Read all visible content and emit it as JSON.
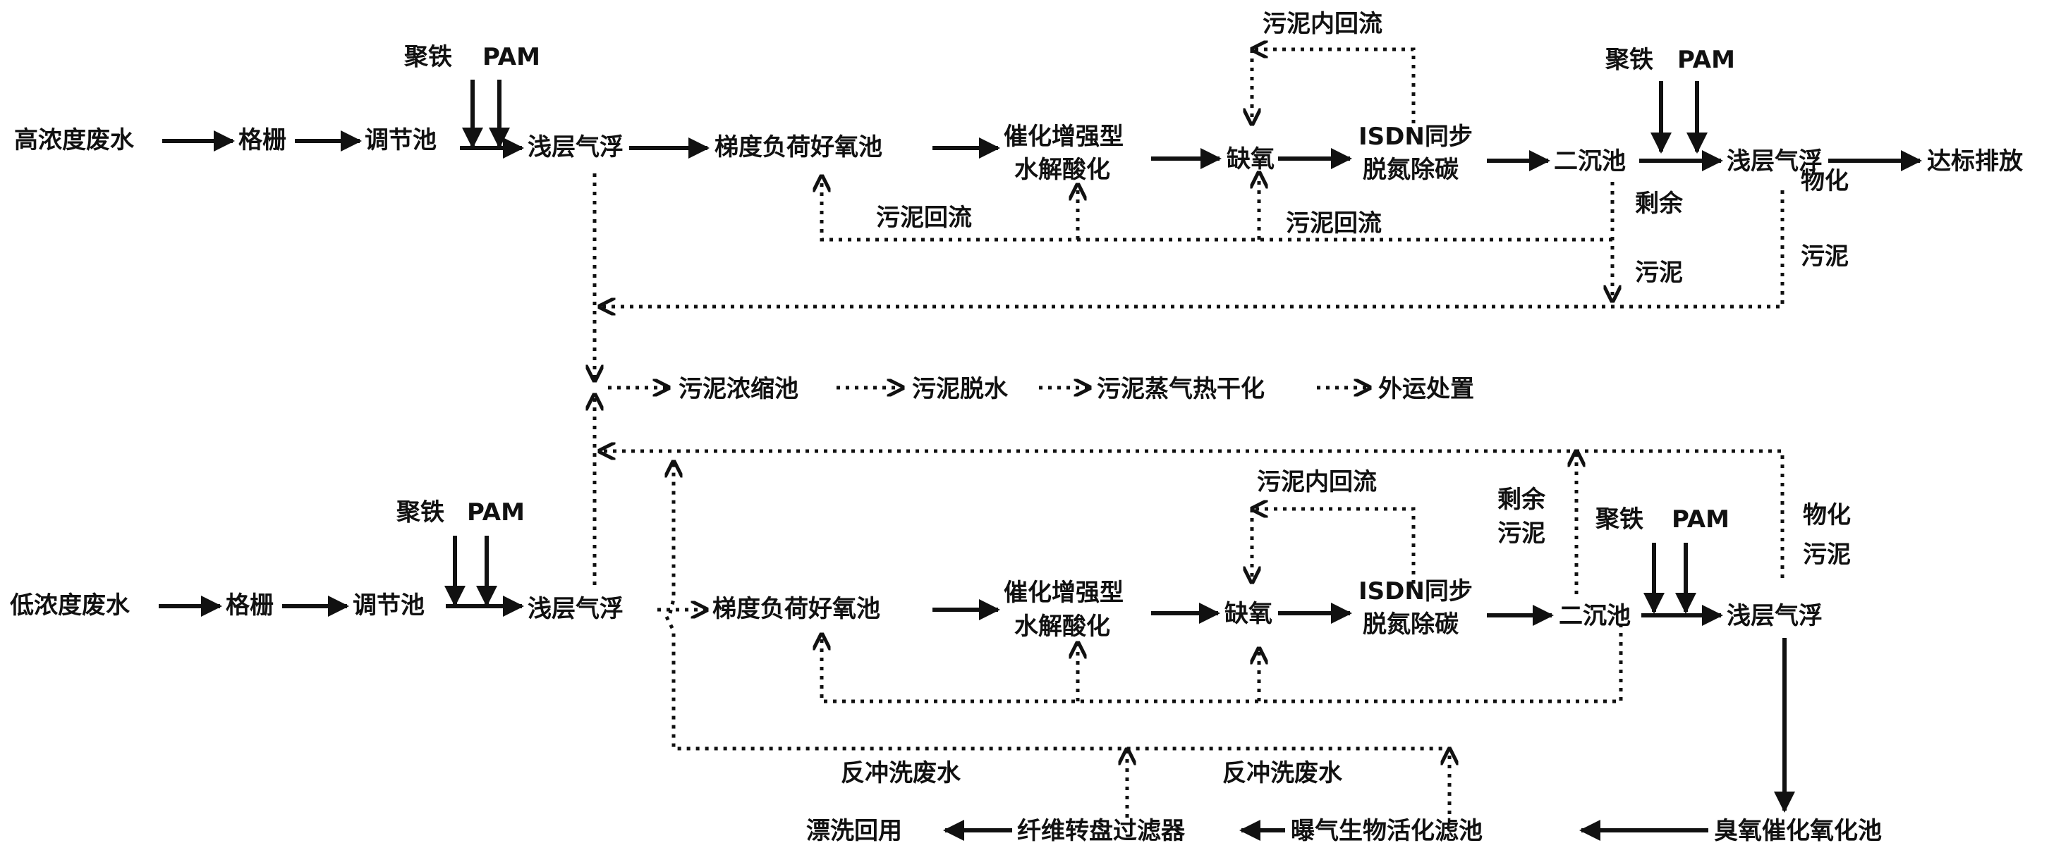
{
  "line_a": {
    "source": "高浓度废水",
    "grille": "格栅",
    "equalization": "调节池",
    "dosing_fe": "聚铁",
    "dosing_pam": "PAM",
    "flotation": "浅层气浮",
    "aerobic": "梯度负荷好氧池",
    "hydrolysis_1": "催化增强型",
    "hydrolysis_2": "水解酸化",
    "anoxic": "缺氧",
    "isdn_1": "ISDN同步",
    "isdn_2": "脱氮除碳",
    "internal_reflux": "污泥内回流",
    "clarifier": "二沉池",
    "dosing2_fe": "聚铁",
    "dosing2_pam": "PAM",
    "flotation2": "浅层气浮",
    "discharge": "达标排放",
    "sludge_reflux_1": "污泥回流",
    "sludge_reflux_2": "污泥回流",
    "excess_sludge_1": "剩余",
    "excess_sludge_2": "污泥",
    "chem_sludge_1": "物化",
    "chem_sludge_2": "污泥"
  },
  "sludge_line": {
    "thickener": "污泥浓缩池",
    "dewatering": "污泥脱水",
    "drying": "污泥蒸气热干化",
    "disposal": "外运处置"
  },
  "line_b": {
    "source": "低浓度废水",
    "grille": "格栅",
    "equalization": "调节池",
    "dosing_fe": "聚铁",
    "dosing_pam": "PAM",
    "flotation": "浅层气浮",
    "aerobic": "梯度负荷好氧池",
    "hydrolysis_1": "催化增强型",
    "hydrolysis_2": "水解酸化",
    "anoxic": "缺氧",
    "isdn_1": "ISDN同步",
    "isdn_2": "脱氮除碳",
    "internal_reflux": "污泥内回流",
    "clarifier": "二沉池",
    "excess_sludge_1": "剩余",
    "excess_sludge_2": "污泥",
    "dosing2_fe": "聚铁",
    "dosing2_pam": "PAM",
    "flotation2": "浅层气浮",
    "chem_sludge_1": "物化",
    "chem_sludge_2": "污泥",
    "ozone": "臭氧催化氧化池",
    "baf": "曝气生物活化滤池",
    "disc_filter": "纤维转盘过滤器",
    "reuse": "漂洗回用",
    "backwash_1": "反冲洗废水",
    "backwash_2": "反冲洗废水"
  }
}
